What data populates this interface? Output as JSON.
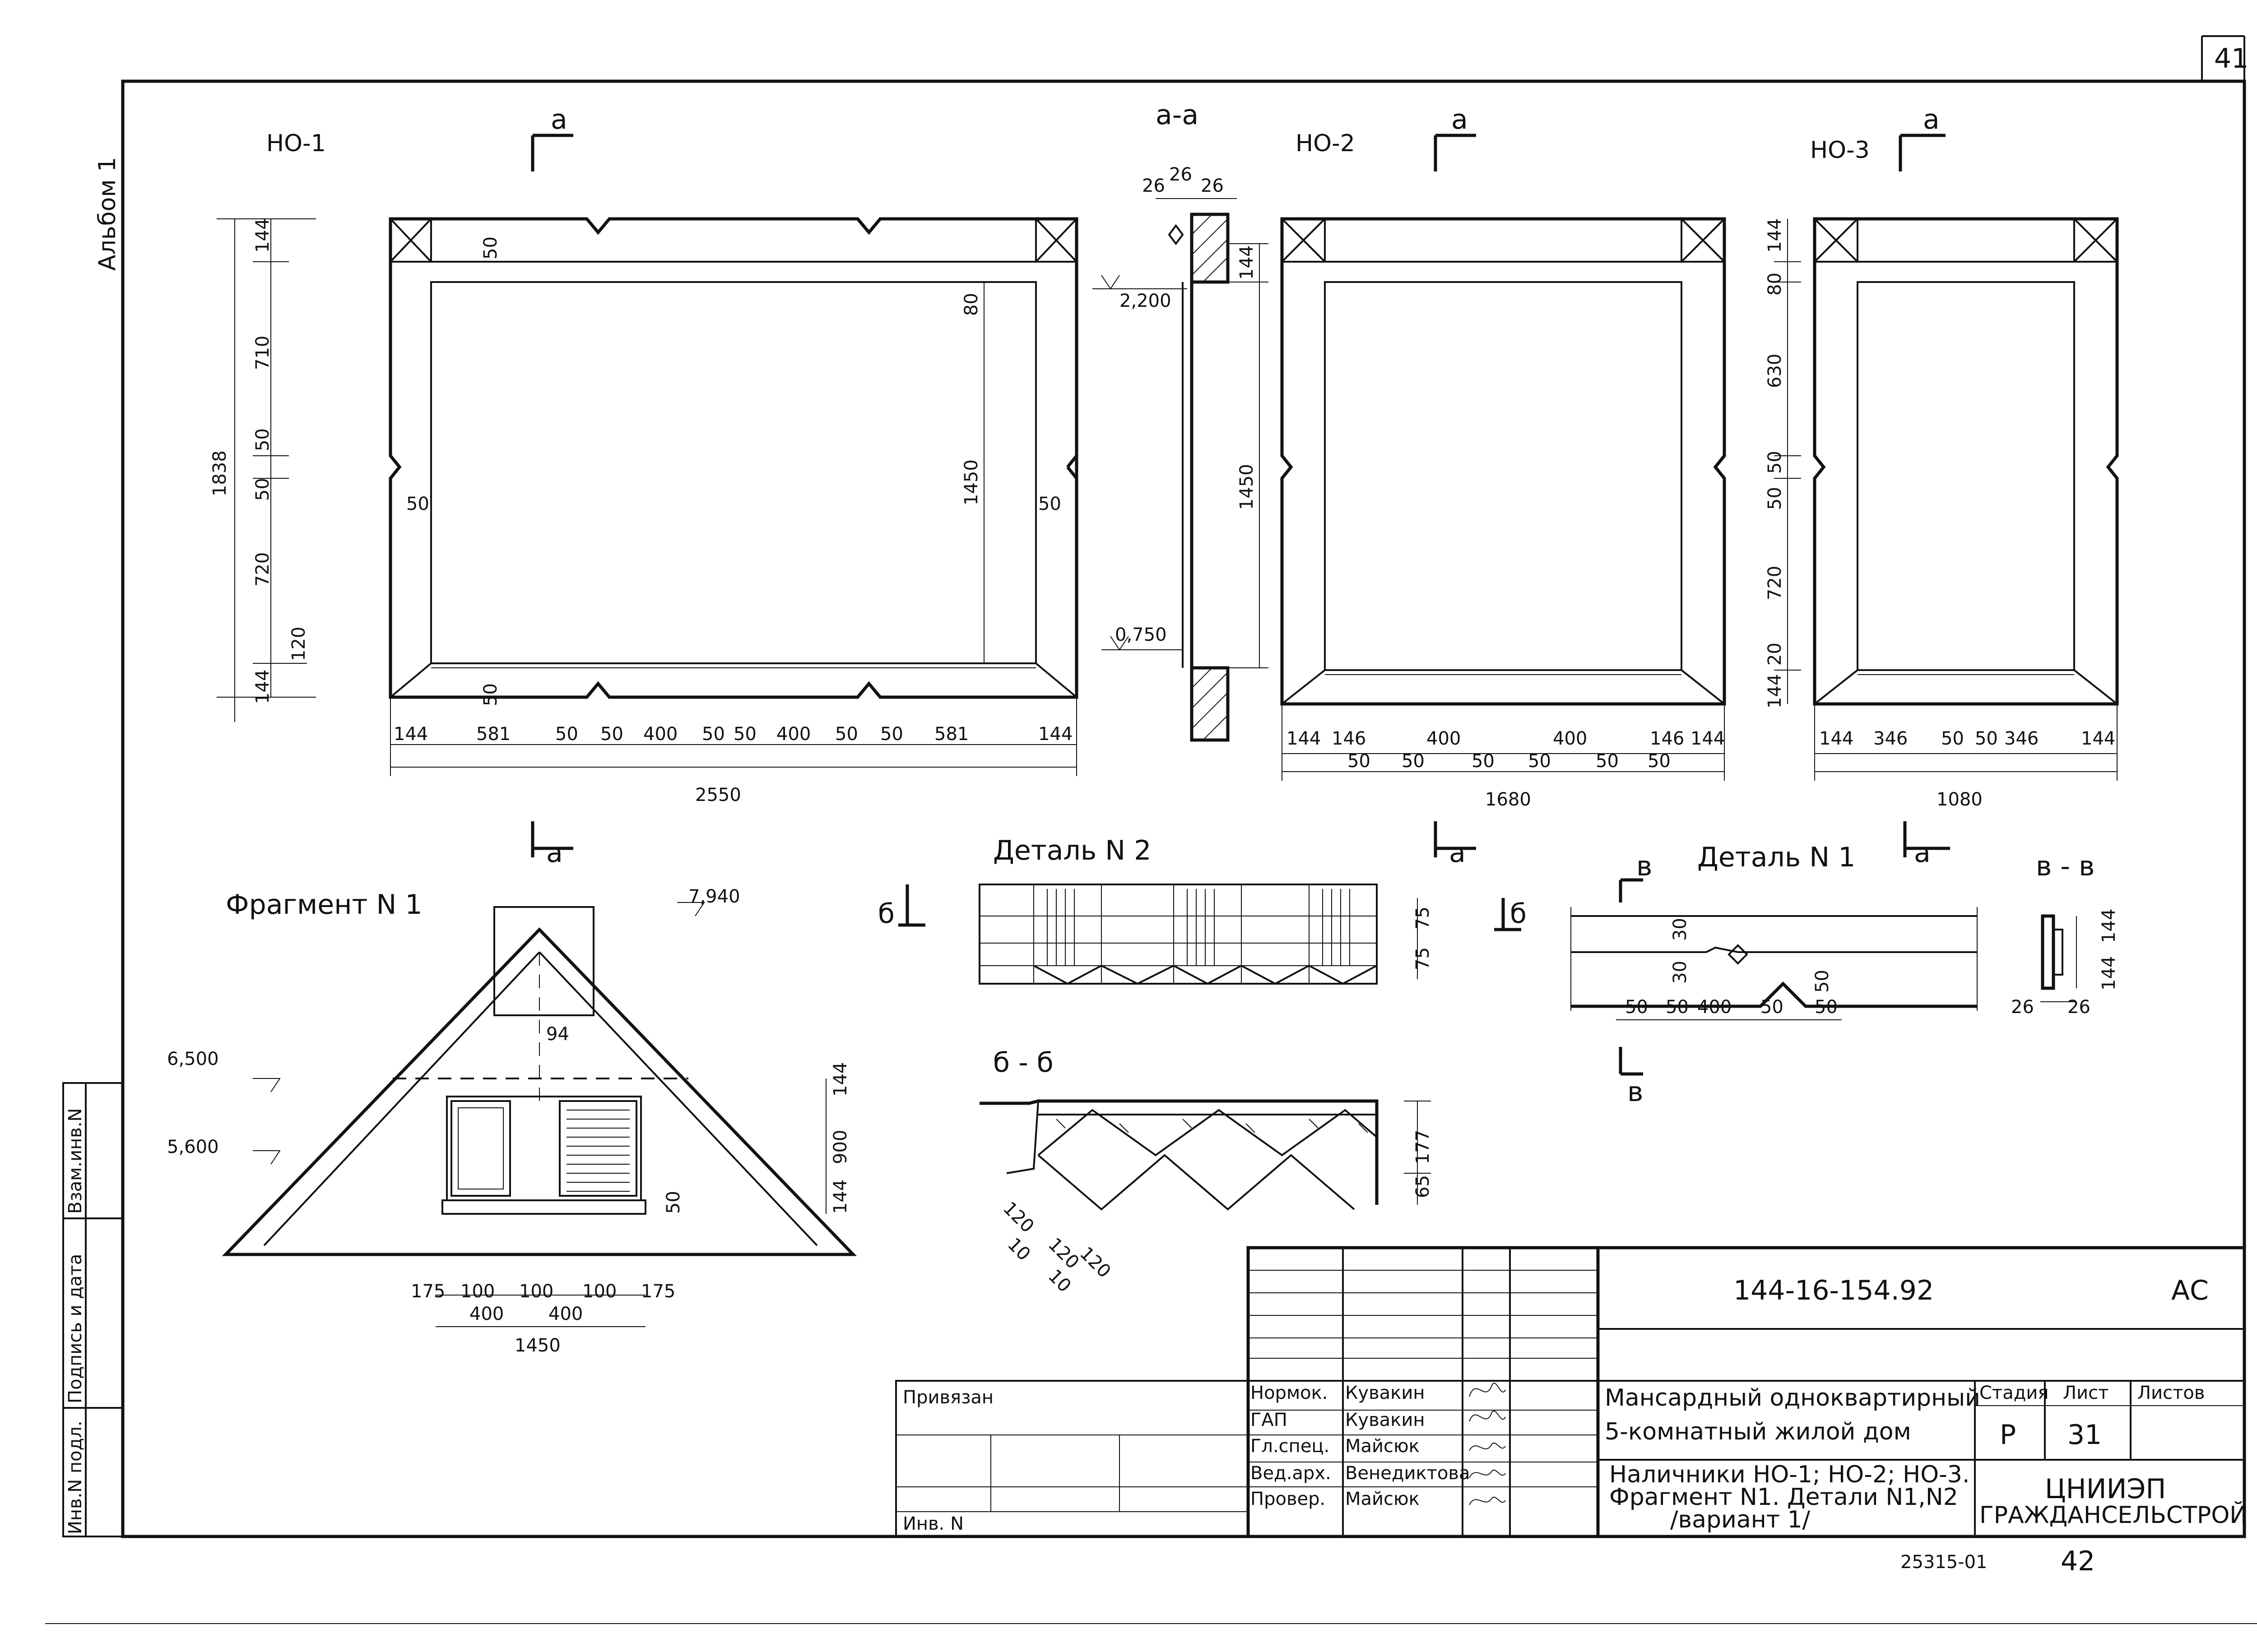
{
  "sheet": {
    "page_number": "41",
    "album": "Альбом 1",
    "stamp_labels": [
      "Инв.N подл.",
      "Подпись и дата",
      "Взам.инв.N"
    ],
    "bottom_code": "25315-01",
    "bottom_page": "42"
  },
  "views": {
    "no1": {
      "title": "НО-1",
      "section_mark": "а",
      "vertical_dims": [
        "144",
        "710",
        "50",
        "50",
        "720",
        "120",
        "144",
        "1838",
        "80",
        "1450"
      ],
      "side_dims": [
        "50",
        "50"
      ],
      "top_dims": [
        "50",
        "50"
      ],
      "bottom_dims": [
        "144",
        "581",
        "50",
        "50",
        "400",
        "50",
        "50",
        "400",
        "50",
        "50",
        "581",
        "144"
      ],
      "total": "2550"
    },
    "section_aa": {
      "title": "а-а",
      "dims": [
        "26",
        "26",
        "26",
        "144",
        "1450"
      ],
      "levels": [
        "2,200",
        "0,750"
      ]
    },
    "no2": {
      "title": "НО-2",
      "section_mark": "а",
      "bottom_top_dims": [
        "144",
        "146",
        "400",
        "400",
        "146",
        "144"
      ],
      "bottom_low_dims": [
        "50",
        "50",
        "50",
        "50",
        "50",
        "50"
      ],
      "total": "1680"
    },
    "no3": {
      "title": "НО-3",
      "section_mark": "а",
      "vertical_dims": [
        "144",
        "80",
        "630",
        "50",
        "50",
        "720",
        "20",
        "144"
      ],
      "bottom_dims": [
        "144",
        "346",
        "50",
        "50",
        "346",
        "144"
      ],
      "total": "1080"
    },
    "fragment1": {
      "title": "Фрагмент N 1",
      "levels": [
        "7,940",
        "6,500",
        "5,600"
      ],
      "dims": [
        "94",
        "144",
        "900",
        "144",
        "50"
      ],
      "bottom_dims": [
        "175",
        "100",
        "400",
        "100",
        "400",
        "100",
        "175"
      ],
      "total": "1450"
    },
    "detail2": {
      "title": "Деталь N 2",
      "section_mark": "б",
      "dims": [
        "75",
        "75"
      ]
    },
    "section_bb": {
      "title": "б - б",
      "dims": [
        "177",
        "65"
      ],
      "bottom_dims": [
        "120",
        "10",
        "120",
        "120",
        "10"
      ]
    },
    "detail1": {
      "title": "Деталь N 1",
      "section_mark": "в",
      "dims": [
        "30",
        "30",
        "50",
        "50",
        "50",
        "400",
        "50",
        "50"
      ]
    },
    "section_vv": {
      "title": "в - в",
      "dims": [
        "144",
        "144",
        "26",
        "26"
      ]
    }
  },
  "title_block": {
    "doc_code": "144-16-154.92",
    "mark": "АС",
    "privyazan": "Привязан",
    "inv_label": "Инв. N",
    "roles": [
      {
        "role": "Нормок.",
        "name": "Кувакин"
      },
      {
        "role": "ГАП",
        "name": "Кувакин"
      },
      {
        "role": "Гл.спец.",
        "name": "Майсюк"
      },
      {
        "role": "Вед.арх.",
        "name": "Венедиктова"
      },
      {
        "role": "Провер.",
        "name": "Майсюк"
      }
    ],
    "object_line1": "Мансардный одноквартирный",
    "object_line2": "5-комнатный жилой дом",
    "sheet_line1": "Наличники НО-1; НО-2; НО-3.",
    "sheet_line2": "Фрагмент N1. Детали N1,N2",
    "sheet_line3": "/вариант 1/",
    "stage_label": "Стадия",
    "sheet_label": "Лист",
    "sheets_label": "Листов",
    "stage": "Р",
    "sheet": "31",
    "org_line1": "ЦНИИЭП",
    "org_line2": "ГРАЖДАНСЕЛЬСТРОЙ"
  }
}
